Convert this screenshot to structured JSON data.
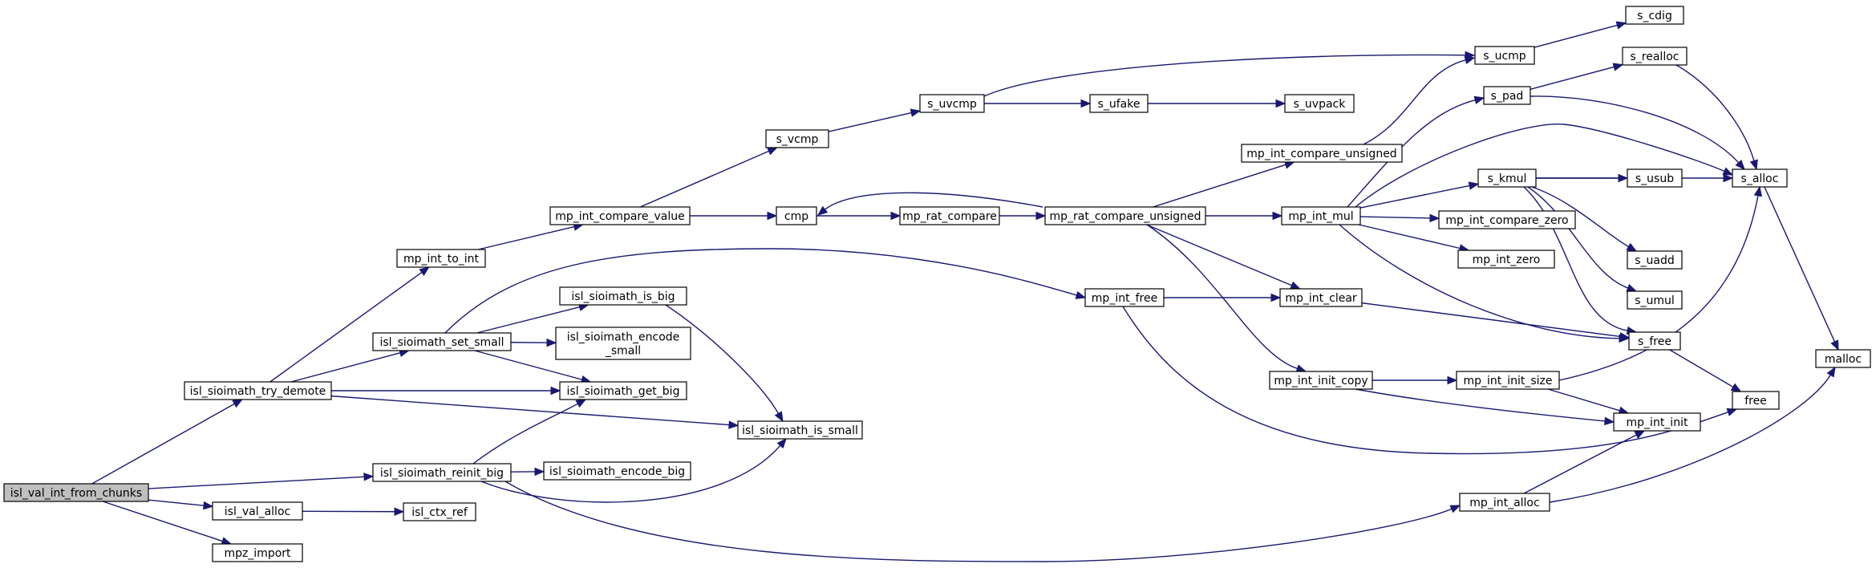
{
  "graph": {
    "colors": {
      "edge": "#191970",
      "node_border": "#000000",
      "root_fill": "#bfbfbf",
      "node_fill": "#ffffff"
    },
    "nodes": {
      "isl_val_int_from_chunks": [
        "isl_val_int_from_chunks"
      ],
      "isl_sioimath_try_demote": [
        "isl_sioimath_try_demote"
      ],
      "isl_sioimath_reinit_big": [
        "isl_sioimath_reinit_big"
      ],
      "isl_val_alloc": [
        "isl_val_alloc"
      ],
      "mpz_import": [
        "mpz_import"
      ],
      "mp_int_to_int": [
        "mp_int_to_int"
      ],
      "isl_sioimath_set_small": [
        "isl_sioimath_set_small"
      ],
      "isl_sioimath_get_big": [
        "isl_sioimath_get_big"
      ],
      "isl_sioimath_is_small": [
        "isl_sioimath_is_small"
      ],
      "isl_sioimath_encode_big": [
        "isl_sioimath_encode_big"
      ],
      "isl_ctx_ref": [
        "isl_ctx_ref"
      ],
      "mp_int_compare_value": [
        "mp_int_compare_value"
      ],
      "isl_sioimath_is_big": [
        "isl_sioimath_is_big"
      ],
      "isl_sioimath_encode_small": [
        "isl_sioimath_encode",
        "_small"
      ],
      "mp_int_free": [
        "mp_int_free"
      ],
      "s_vcmp": [
        "s_vcmp"
      ],
      "cmp": [
        "cmp"
      ],
      "mp_rat_compare": [
        "mp_rat_compare"
      ],
      "s_uvcmp": [
        "s_uvcmp"
      ],
      "s_ufake": [
        "s_ufake"
      ],
      "s_uvpack": [
        "s_uvpack"
      ],
      "mp_rat_compare_unsigned": [
        "mp_rat_compare_unsigned"
      ],
      "mp_int_compare_unsigned": [
        "mp_int_compare_unsigned"
      ],
      "mp_int_mul": [
        "mp_int_mul"
      ],
      "mp_int_clear": [
        "mp_int_clear"
      ],
      "mp_int_init_copy": [
        "mp_int_init_copy"
      ],
      "mp_int_alloc": [
        "mp_int_alloc"
      ],
      "s_ucmp": [
        "s_ucmp"
      ],
      "s_pad": [
        "s_pad"
      ],
      "s_kmul": [
        "s_kmul"
      ],
      "mp_int_compare_zero": [
        "mp_int_compare_zero"
      ],
      "mp_int_zero": [
        "mp_int_zero"
      ],
      "mp_int_init_size": [
        "mp_int_init_size"
      ],
      "mp_int_init": [
        "mp_int_init"
      ],
      "s_cdig": [
        "s_cdig"
      ],
      "s_realloc": [
        "s_realloc"
      ],
      "s_usub": [
        "s_usub"
      ],
      "s_uadd": [
        "s_uadd"
      ],
      "s_umul": [
        "s_umul"
      ],
      "s_free": [
        "s_free"
      ],
      "s_alloc": [
        "s_alloc"
      ],
      "free": [
        "free"
      ],
      "malloc": [
        "malloc"
      ]
    },
    "edges": [
      [
        "isl_val_int_from_chunks",
        "isl_sioimath_try_demote"
      ],
      [
        "isl_val_int_from_chunks",
        "isl_sioimath_reinit_big"
      ],
      [
        "isl_val_int_from_chunks",
        "isl_val_alloc"
      ],
      [
        "isl_val_int_from_chunks",
        "mpz_import"
      ],
      [
        "isl_sioimath_try_demote",
        "mp_int_to_int"
      ],
      [
        "isl_sioimath_try_demote",
        "isl_sioimath_set_small"
      ],
      [
        "isl_sioimath_try_demote",
        "isl_sioimath_get_big"
      ],
      [
        "isl_sioimath_try_demote",
        "isl_sioimath_is_small"
      ],
      [
        "isl_sioimath_reinit_big",
        "isl_sioimath_get_big"
      ],
      [
        "isl_sioimath_reinit_big",
        "isl_sioimath_encode_big"
      ],
      [
        "isl_sioimath_reinit_big",
        "isl_sioimath_is_small"
      ],
      [
        "isl_sioimath_reinit_big",
        "mp_int_alloc"
      ],
      [
        "isl_val_alloc",
        "isl_ctx_ref"
      ],
      [
        "mp_int_to_int",
        "mp_int_compare_value"
      ],
      [
        "isl_sioimath_set_small",
        "isl_sioimath_is_big"
      ],
      [
        "isl_sioimath_set_small",
        "isl_sioimath_encode_small"
      ],
      [
        "isl_sioimath_set_small",
        "isl_sioimath_get_big"
      ],
      [
        "isl_sioimath_set_small",
        "mp_int_free"
      ],
      [
        "isl_sioimath_is_big",
        "isl_sioimath_is_small"
      ],
      [
        "mp_int_compare_value",
        "s_vcmp"
      ],
      [
        "mp_int_compare_value",
        "cmp"
      ],
      [
        "s_vcmp",
        "s_uvcmp"
      ],
      [
        "s_uvcmp",
        "s_ufake"
      ],
      [
        "s_uvcmp",
        "s_ucmp"
      ],
      [
        "s_ufake",
        "s_uvpack"
      ],
      [
        "cmp",
        "mp_rat_compare"
      ],
      [
        "mp_rat_compare",
        "mp_rat_compare_unsigned"
      ],
      [
        "mp_rat_compare_unsigned",
        "cmp"
      ],
      [
        "mp_rat_compare_unsigned",
        "mp_int_compare_unsigned"
      ],
      [
        "mp_rat_compare_unsigned",
        "mp_int_mul"
      ],
      [
        "mp_rat_compare_unsigned",
        "mp_int_clear"
      ],
      [
        "mp_rat_compare_unsigned",
        "mp_int_init_copy"
      ],
      [
        "mp_int_compare_unsigned",
        "s_ucmp"
      ],
      [
        "s_ucmp",
        "s_cdig"
      ],
      [
        "mp_int_free",
        "mp_int_clear"
      ],
      [
        "mp_int_free",
        "free"
      ],
      [
        "mp_int_clear",
        "s_free"
      ],
      [
        "mp_int_mul",
        "s_pad"
      ],
      [
        "mp_int_mul",
        "s_alloc"
      ],
      [
        "mp_int_mul",
        "s_kmul"
      ],
      [
        "mp_int_mul",
        "mp_int_compare_zero"
      ],
      [
        "mp_int_mul",
        "mp_int_zero"
      ],
      [
        "mp_int_mul",
        "s_free"
      ],
      [
        "s_pad",
        "s_realloc"
      ],
      [
        "s_pad",
        "s_alloc"
      ],
      [
        "s_realloc",
        "s_alloc"
      ],
      [
        "s_kmul",
        "s_usub"
      ],
      [
        "s_kmul",
        "s_alloc"
      ],
      [
        "s_kmul",
        "s_uadd"
      ],
      [
        "s_kmul",
        "s_umul"
      ],
      [
        "s_kmul",
        "s_free"
      ],
      [
        "s_alloc",
        "malloc"
      ],
      [
        "s_free",
        "free"
      ],
      [
        "mp_int_init_copy",
        "mp_int_init_size"
      ],
      [
        "mp_int_init_copy",
        "mp_int_init"
      ],
      [
        "mp_int_init_size",
        "mp_int_init"
      ],
      [
        "mp_int_init_size",
        "s_alloc"
      ],
      [
        "mp_int_alloc",
        "mp_int_init"
      ],
      [
        "mp_int_alloc",
        "malloc"
      ]
    ]
  }
}
